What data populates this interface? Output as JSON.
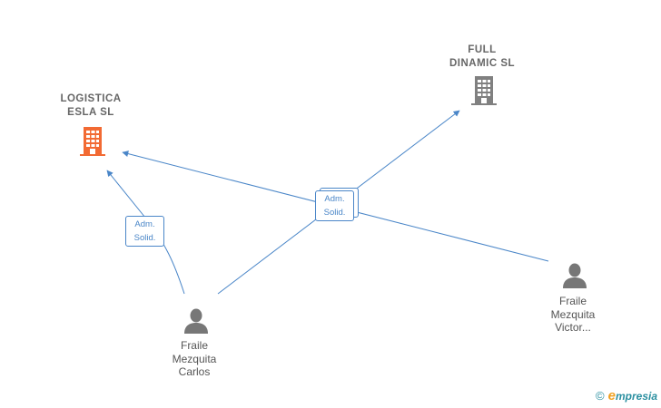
{
  "nodes": {
    "logistica": {
      "line1": "LOGISTICA",
      "line2": "ESLA  SL",
      "icon": "building-icon",
      "color": "#f26a33"
    },
    "full": {
      "line1": "FULL",
      "line2": "DINAMIC SL",
      "icon": "building-icon",
      "color": "#808080"
    },
    "carlos": {
      "line1": "Fraile",
      "line2": "Mezquita",
      "line3": "Carlos",
      "icon": "person-icon"
    },
    "victor": {
      "line1": "Fraile",
      "line2": "Mezquita",
      "line3": "Victor...",
      "icon": "person-icon"
    }
  },
  "edges": {
    "e1": {
      "line1": "Adm.",
      "line2": "Solid."
    },
    "e2": {
      "line1": "Adm.",
      "line2": "Solid."
    }
  },
  "colors": {
    "edge": "#4a86c8",
    "person": "#777777"
  },
  "footer": {
    "copyright": "©",
    "brand_e": "e",
    "brand_rest": "mpresia"
  }
}
